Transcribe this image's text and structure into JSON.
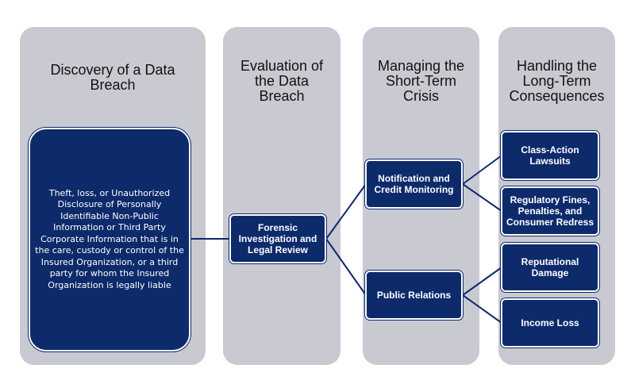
{
  "columns": [
    {
      "title": "Discovery of a Data\nBreach"
    },
    {
      "title": "Evaluation of\nthe Data\nBreach"
    },
    {
      "title": "Managing the\nShort-Term\nCrisis"
    },
    {
      "title": "Handling the\nLong-Term\nConsequences"
    }
  ],
  "nodes": {
    "discovery": "Theft, loss, or Unauthorized\nDisclosure of Personally\nIdentifiable Non-Public\nInformation or Third Party\nCorporate Information that is in\nthe care, custody or control of the\nInsured Organization, or a third\nparty for whom the Insured\nOrganization is legally liable",
    "forensic": "Forensic\nInvestigation and\nLegal Review",
    "notification": "Notification and\nCredit Monitoring",
    "public_relations": "Public Relations",
    "class_action": "Class-Action\nLawsuits",
    "regulatory": "Regulatory Fines,\nPenalties, and\nConsumer Redress",
    "reputational": "Reputational\nDamage",
    "income_loss": "Income Loss"
  },
  "colors": {
    "panel": "#c9cad1",
    "node": "#0d2a6b",
    "connector": "#0d2a6b"
  }
}
